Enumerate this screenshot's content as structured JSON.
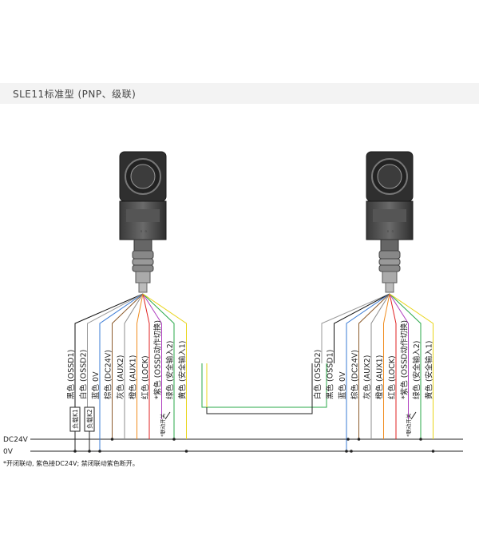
{
  "header": {
    "title": "SLE11标准型 (PNP、级联)"
  },
  "rails": {
    "dc24v": "DC24V",
    "zero_v": "0V"
  },
  "footnote": "*开闭联动, 紫色接DC24V; 禁闭联动紫色断开。",
  "left_unit": {
    "wires": [
      {
        "label": "黑色 (OSSD1)",
        "color": "#111111"
      },
      {
        "label": "白色 (OSSD2)",
        "color": "#9a9a9a"
      },
      {
        "label": "蓝色 0V",
        "color": "#3a7bd5"
      },
      {
        "label": "棕色 (DC24V)",
        "color": "#8b5a2b"
      },
      {
        "label": "灰色 (AUX2)",
        "color": "#8c8c8c"
      },
      {
        "label": "橙色 (AUX1)",
        "color": "#f08c1e"
      },
      {
        "label": "红色 (LOCK)",
        "color": "#e02020"
      },
      {
        "label": "*紫色 (OSSD动作切换)",
        "color": "#b040c0"
      },
      {
        "label": "绿色 (安全输入2)",
        "color": "#2aa84a"
      },
      {
        "label": "黄色 (安全输入1)",
        "color": "#e8d418"
      }
    ],
    "load1": "负载K1",
    "load2": "负载K2",
    "switch_label": "*联动开关"
  },
  "right_unit": {
    "wires": [
      {
        "label": "白色 (OSSD2)",
        "color": "#9a9a9a"
      },
      {
        "label": "黑色 (OSSD1)",
        "color": "#111111"
      },
      {
        "label": "蓝色 0V",
        "color": "#3a7bd5"
      },
      {
        "label": "棕色 (DC24V)",
        "color": "#8b5a2b"
      },
      {
        "label": "灰色 (AUX2)",
        "color": "#8c8c8c"
      },
      {
        "label": "橙色 (AUX1)",
        "color": "#f08c1e"
      },
      {
        "label": "红色 (LOCK)",
        "color": "#e02020"
      },
      {
        "label": "*紫色 (OSSD动作切换)",
        "color": "#b040c0"
      },
      {
        "label": "绿色 (安全输入2)",
        "color": "#2aa84a"
      },
      {
        "label": "黄色 (安全输入1)",
        "color": "#e8d418"
      }
    ],
    "switch_label": "*联动开关"
  }
}
